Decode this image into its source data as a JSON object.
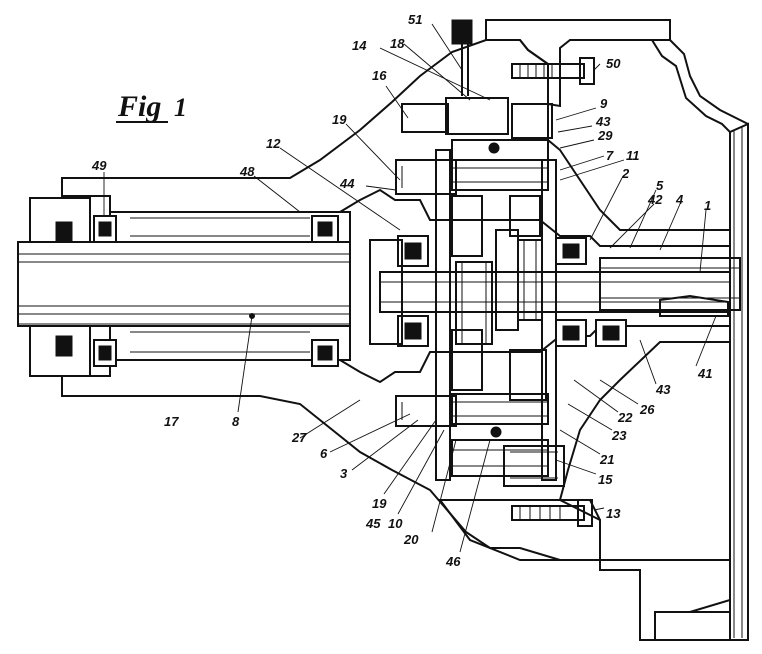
{
  "figure": {
    "title": "Fig",
    "number": "1"
  },
  "reference_numerals": [
    "51",
    "14",
    "18",
    "50",
    "16",
    "9",
    "43",
    "29",
    "19",
    "12",
    "7",
    "11",
    "48",
    "44",
    "2",
    "5",
    "42",
    "4",
    "1",
    "49",
    "8",
    "17",
    "27",
    "6",
    "3",
    "19",
    "45",
    "10",
    "20",
    "46",
    "41",
    "43",
    "22",
    "26",
    "23",
    "21",
    "15",
    "13"
  ]
}
